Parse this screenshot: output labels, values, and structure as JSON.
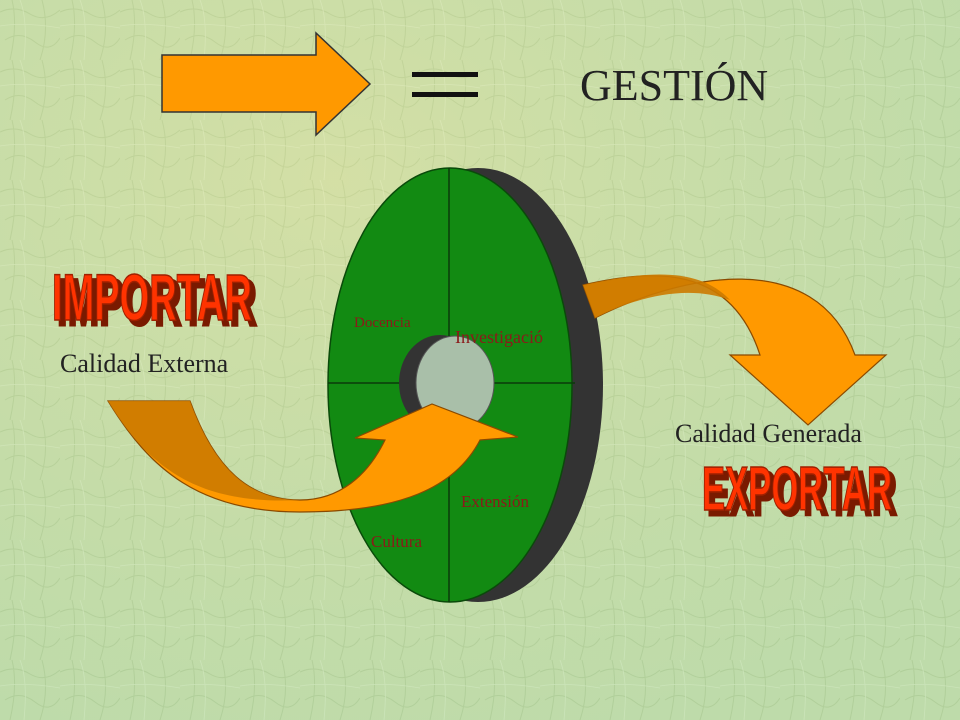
{
  "title": "GESTIÓN",
  "import_label": "IMPORTAR",
  "export_label": "EXPORTAR",
  "external_quality": "Calidad Externa",
  "generated_quality": "Calidad Generada",
  "quadrants": {
    "docencia": "Docencia",
    "investigacion": "Investigació",
    "extension": "Extensión",
    "cultura": "Cultura"
  },
  "colors": {
    "background": "#c9dfa8",
    "wheel_green": "#128a12",
    "wheel_shadow": "#333333",
    "hub": "#a9bfa9",
    "arrow_orange": "#ff9900",
    "arrow_dark": "#cc7a00",
    "wordart_fill": "#ff3300",
    "wordart_shadow": "#7a1a00",
    "quadrant_text": "#8b1a1a"
  },
  "icons": {
    "equals": "equals-icon",
    "arrow": "block-arrow-right-icon"
  }
}
